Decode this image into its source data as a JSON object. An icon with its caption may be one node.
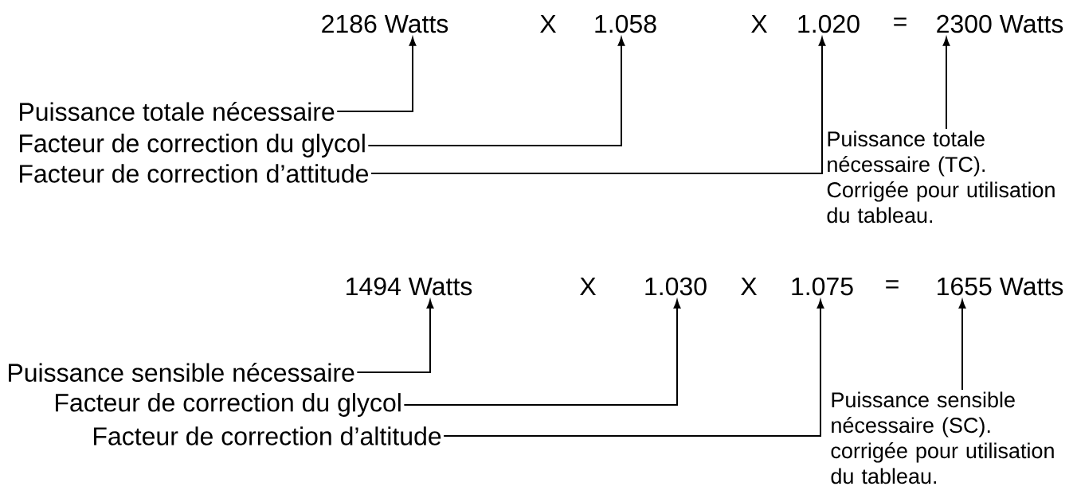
{
  "diagram": {
    "nodes": [
      {
        "text": [
          "2186 Watts"
        ]
      },
      {
        "text": [
          "1.058"
        ]
      },
      {
        "text": [
          "1.020"
        ]
      },
      {
        "text": [
          "2300 Watts"
        ]
      },
      {
        "text": [
          "Puissance totale nécessaire"
        ]
      },
      {
        "text": [
          "Facteur de correction du glycol"
        ]
      },
      {
        "text": [
          "Facteur de correction d’attitude"
        ]
      },
      {
        "text": [
          "Puissance totale nécessaire (TC).",
          "Corrigée pour utilisation du tableau."
        ]
      },
      {
        "text": [
          "1494 Watts"
        ]
      },
      {
        "text": [
          "1.030"
        ]
      },
      {
        "text": [
          "1.075"
        ]
      },
      {
        "text": [
          "1655 Watts"
        ]
      },
      {
        "text": [
          "Puissance sensible nécessaire"
        ]
      },
      {
        "text": [
          "Facteur de correction du glycol"
        ]
      },
      {
        "text": [
          "Facteur de correction d’altitude"
        ]
      },
      {
        "text": [
          "Puissance sensible nécessaire (SC).",
          "corrigée pour utilisation du tableau."
        ]
      }
    ],
    "edges": [
      {
        "from": 4,
        "to": 0,
        "arrow": "to"
      },
      {
        "from": 5,
        "to": 1,
        "arrow": "to"
      },
      {
        "from": 6,
        "to": 2,
        "arrow": "to"
      },
      {
        "from": 7,
        "to": 3,
        "arrow": "to"
      },
      {
        "from": 12,
        "to": 8,
        "arrow": "to"
      },
      {
        "from": 13,
        "to": 9,
        "arrow": "to"
      },
      {
        "from": 14,
        "to": 10,
        "arrow": "to"
      },
      {
        "from": 15,
        "to": 11,
        "arrow": "to"
      }
    ],
    "labels": [
      "X",
      "X",
      "=",
      "X",
      "X",
      "="
    ]
  }
}
